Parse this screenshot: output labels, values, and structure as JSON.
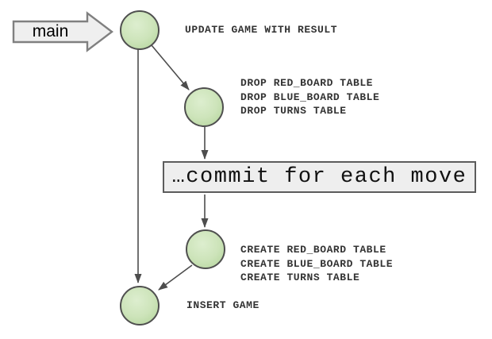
{
  "diagram": {
    "entry": {
      "label": "main"
    },
    "steps": {
      "update": "UPDATE GAME WITH RESULT",
      "drop": [
        "DROP RED_BOARD TABLE",
        "DROP BLUE_BOARD TABLE",
        "DROP TURNS TABLE"
      ],
      "commit": "…commit for each move",
      "create": [
        "CREATE RED_BOARD TABLE",
        "CREATE BLUE_BOARD TABLE",
        "CREATE TURNS TABLE"
      ],
      "insert": "INSERT GAME"
    },
    "colors": {
      "node_fill_light": "#ddeecf",
      "node_fill_dark": "#b9d8a2",
      "node_border": "#4f4f4f",
      "arrow_line": "#4d4d4d",
      "panel_fill": "#eeeeee",
      "panel_border": "#5c5c5c",
      "entry_arrow_border": "#808080",
      "label_text": "#333333"
    }
  }
}
